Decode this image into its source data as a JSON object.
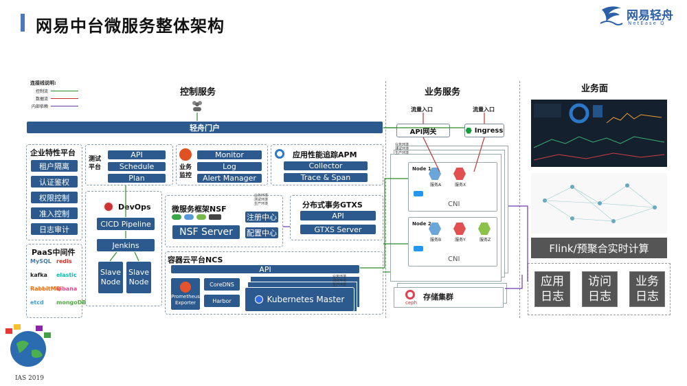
{
  "header": {
    "title": "网易中台微服务整体架构",
    "logo_text": "网易轻舟",
    "logo_sub": "NetEase Q"
  },
  "legend": {
    "title": "连接线说明:",
    "items": [
      {
        "label": "控制流",
        "color": "#2a8a2a"
      },
      {
        "label": "数据流",
        "color": "#c03030"
      },
      {
        "label": "内部依赖",
        "color": "#6a3ab0"
      }
    ]
  },
  "sections": {
    "control": "控制服务",
    "business": "业务服务",
    "surface": "业务面"
  },
  "portal": "轻舟门户",
  "enterprise": {
    "title": "企业特性平台",
    "items": [
      "租户隔离",
      "认证鉴权",
      "权限控制",
      "准入控制",
      "日志审计"
    ]
  },
  "paas": {
    "title": "PaaS中间件",
    "logos": [
      "MySQL",
      "redis",
      "kafka",
      "elastic",
      "RabbitMQ",
      "kibana",
      "etcd",
      "mongoDB"
    ]
  },
  "test_platform": {
    "label": "测试平台",
    "items": [
      "API",
      "Schedule",
      "Plan"
    ]
  },
  "monitor": {
    "label": "业务监控",
    "items": [
      "Monitor",
      "Log",
      "Alert Manager"
    ]
  },
  "apm": {
    "title": "应用性能追踪APM",
    "items": [
      "Collector",
      "Trace & Span"
    ]
  },
  "devops": {
    "title": "DevOps",
    "pipeline": "CICD Pipeline",
    "jenkins": "Jenkins",
    "slave": "Slave Node"
  },
  "nsf": {
    "title": "微服务框架NSF",
    "server": "NSF Server",
    "registry": "注册中心",
    "config": "配置中心",
    "env_tags": [
      "业务环境",
      "测试环境",
      "生产环境"
    ]
  },
  "gtxs": {
    "title": "分布式事务GTXS",
    "items": [
      "API",
      "GTXS Server"
    ]
  },
  "ncs": {
    "title": "容器云平台NCS",
    "api": "API",
    "prometheus": "Prometheus Exporter",
    "coredns": "CoreDNS",
    "harbor": "Harbor",
    "k8s": "Kubernetes Master",
    "env_tags": [
      "业务环境",
      "测试环境",
      "生产环境"
    ]
  },
  "business": {
    "traffic_in": "流量入口",
    "api_gateway": "API网关",
    "ingress": "Ingress",
    "env_tags": [
      "业务环境",
      "测试环境",
      "生产环境"
    ],
    "node1": "Node 1",
    "node2": "Node 2",
    "services_n1": [
      "服务A",
      "服务X"
    ],
    "services_n2": [
      "服务B",
      "服务Y",
      "服务Z"
    ],
    "cni": "CNI",
    "storage": "存储集群",
    "ceph": "ceph"
  },
  "surface": {
    "flink": "Flink/预聚合实时计算",
    "logs": [
      "应用日志",
      "访问日志",
      "业务日志"
    ]
  },
  "ias": "IAS 2019"
}
